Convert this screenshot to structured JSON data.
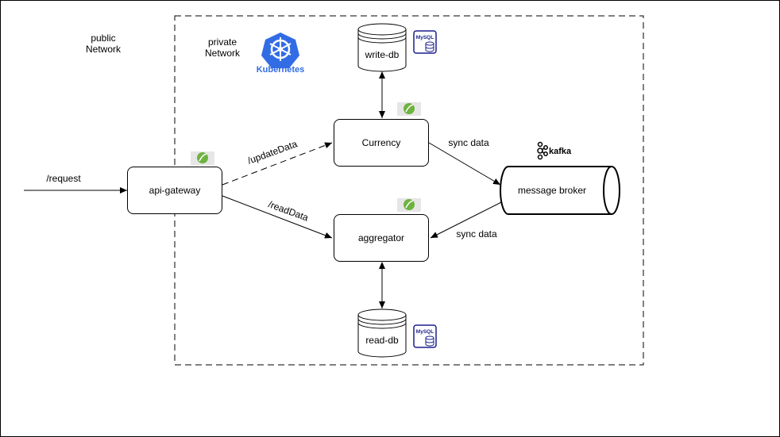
{
  "zones": {
    "public_label_1": "public",
    "public_label_2": "Network",
    "private_label_1": "private",
    "private_label_2": "Network"
  },
  "logos": {
    "kubernetes": "Kubernetes",
    "kafka": "kafka",
    "mysql": "MySQL"
  },
  "nodes": {
    "api_gateway": "api-gateway",
    "currency": "Currency",
    "aggregator": "aggregator",
    "write_db": "write-db",
    "read_db": "read-db",
    "message_broker": "message broker"
  },
  "edges": {
    "request": "/request",
    "update_data": "/updateData",
    "read_data": "/readData",
    "sync_out": "sync data",
    "sync_in": "sync data"
  },
  "colors": {
    "kubernetes_blue": "#326CE5",
    "spring_green": "#6DB33F",
    "mysql_navy": "#1B1F8A"
  },
  "icons": [
    "kubernetes-icon",
    "spring-icon",
    "mysql-icon",
    "kafka-icon"
  ]
}
